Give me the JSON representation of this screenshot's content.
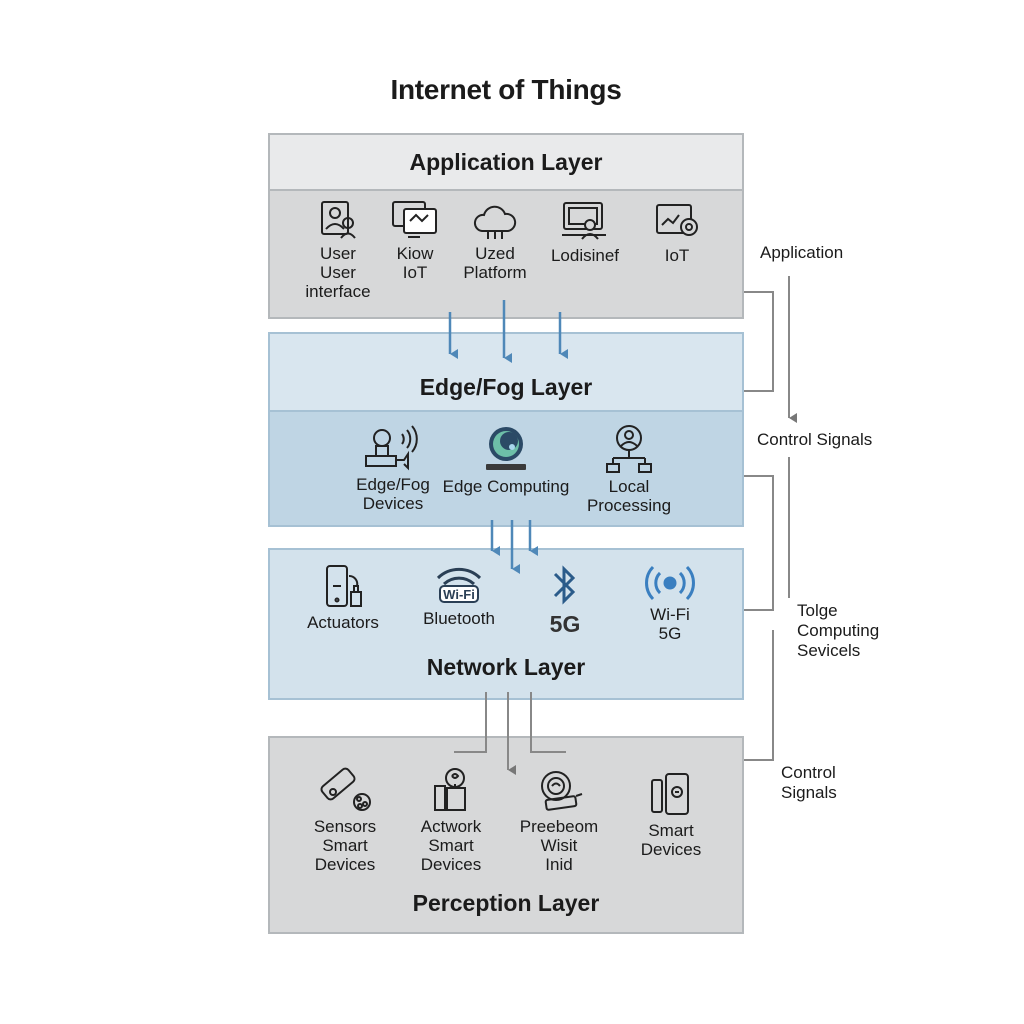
{
  "title": "Internet of Things",
  "colors": {
    "gray_layer": "#d7d8d9",
    "blue_layer": "#bfd5e4",
    "arrow_blue": "#4f88b8",
    "connector_gray": "#888888"
  },
  "layers": {
    "application": {
      "label": "Application Layer",
      "items": [
        {
          "icon": "user-interface-icon",
          "label": "User\nUser\ninterface"
        },
        {
          "icon": "monitor-icon",
          "label": "Kiow\nIoT"
        },
        {
          "icon": "cloud-platform-icon",
          "label": "Uzed\nPlatform"
        },
        {
          "icon": "computer-user-icon",
          "label": "Lodisinef"
        },
        {
          "icon": "iot-dashboard-icon",
          "label": "IoT"
        }
      ]
    },
    "edge_fog": {
      "label": "Edge/Fog Layer",
      "items": [
        {
          "icon": "edge-device-icon",
          "label": "Edge/Fog\nDevices"
        },
        {
          "icon": "edge-computing-icon",
          "label": "Edge Computing"
        },
        {
          "icon": "local-processing-icon",
          "label": "Local\nProcessing"
        }
      ]
    },
    "network": {
      "label": "Network Layer",
      "items": [
        {
          "icon": "actuator-icon",
          "label": "Actuators"
        },
        {
          "icon": "wifi-icon",
          "label": "Bluetooth"
        },
        {
          "icon": "bluetooth-icon",
          "label": "5G"
        },
        {
          "icon": "wireless-signal-icon",
          "label": "Wi-Fi\n5G"
        }
      ],
      "wifi_badge": "Wi-Fi"
    },
    "perception": {
      "label": "Perception Layer",
      "items": [
        {
          "icon": "sensor-icon",
          "label": "Sensors\nSmart\nDevices"
        },
        {
          "icon": "actuator-device-icon",
          "label": "Actwork\nSmart\nDevices"
        },
        {
          "icon": "wearable-icon",
          "label": "Preebeom\nWisit\nInid"
        },
        {
          "icon": "smart-device-icon",
          "label": "Smart\nDevices"
        }
      ]
    }
  },
  "side_labels": {
    "application": "Application",
    "control_signals_1": "Control Signals",
    "computing_services": "Tolge\nComputing\nSevicels",
    "control_signals_2": "Control\nSignals"
  }
}
